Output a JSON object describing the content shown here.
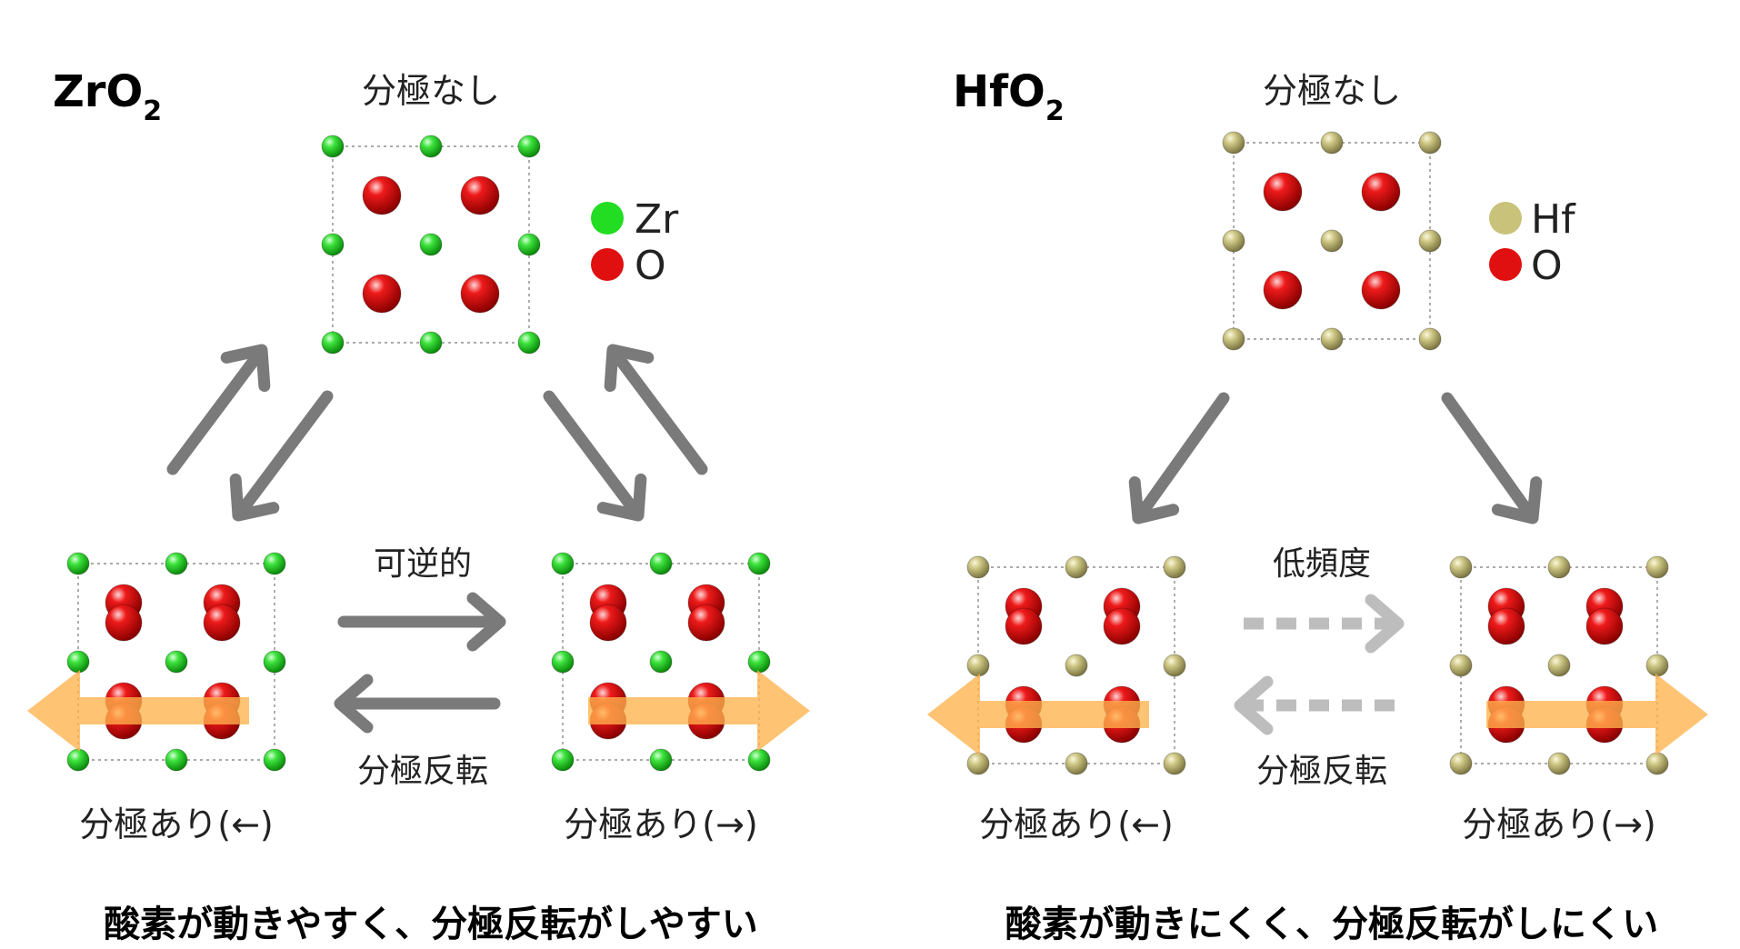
{
  "colors": {
    "zr": "#22dd22",
    "hf": "#c8c27a",
    "oxygen": "#e01010",
    "arrow": "#7a7a7a",
    "arrow_faint": "#bdbdbd",
    "polarization_arrow": "#ffb24d"
  },
  "panels": [
    {
      "id": "zro2",
      "material": "ZrO",
      "material_sub": "2",
      "metal": "zr",
      "legend": [
        {
          "label": "Zr",
          "element": "zr"
        },
        {
          "label": "O",
          "element": "oxygen"
        }
      ],
      "top_label": "分極なし",
      "left_label": "分極あり(←)",
      "right_label": "分極あり(→)",
      "forward_label": "可逆的",
      "backward_label": "分極反転",
      "reversible": true,
      "caption": "酸素が動きやすく、分極反転がしやすい"
    },
    {
      "id": "hfo2",
      "material": "HfO",
      "material_sub": "2",
      "metal": "hf",
      "legend": [
        {
          "label": "Hf",
          "element": "hf"
        },
        {
          "label": "O",
          "element": "oxygen"
        }
      ],
      "top_label": "分極なし",
      "left_label": "分極あり(←)",
      "right_label": "分極あり(→)",
      "forward_label": "低頻度",
      "backward_label": "分極反転",
      "reversible": false,
      "caption": "酸素が動きにくく、分極反転がしにくい"
    }
  ]
}
